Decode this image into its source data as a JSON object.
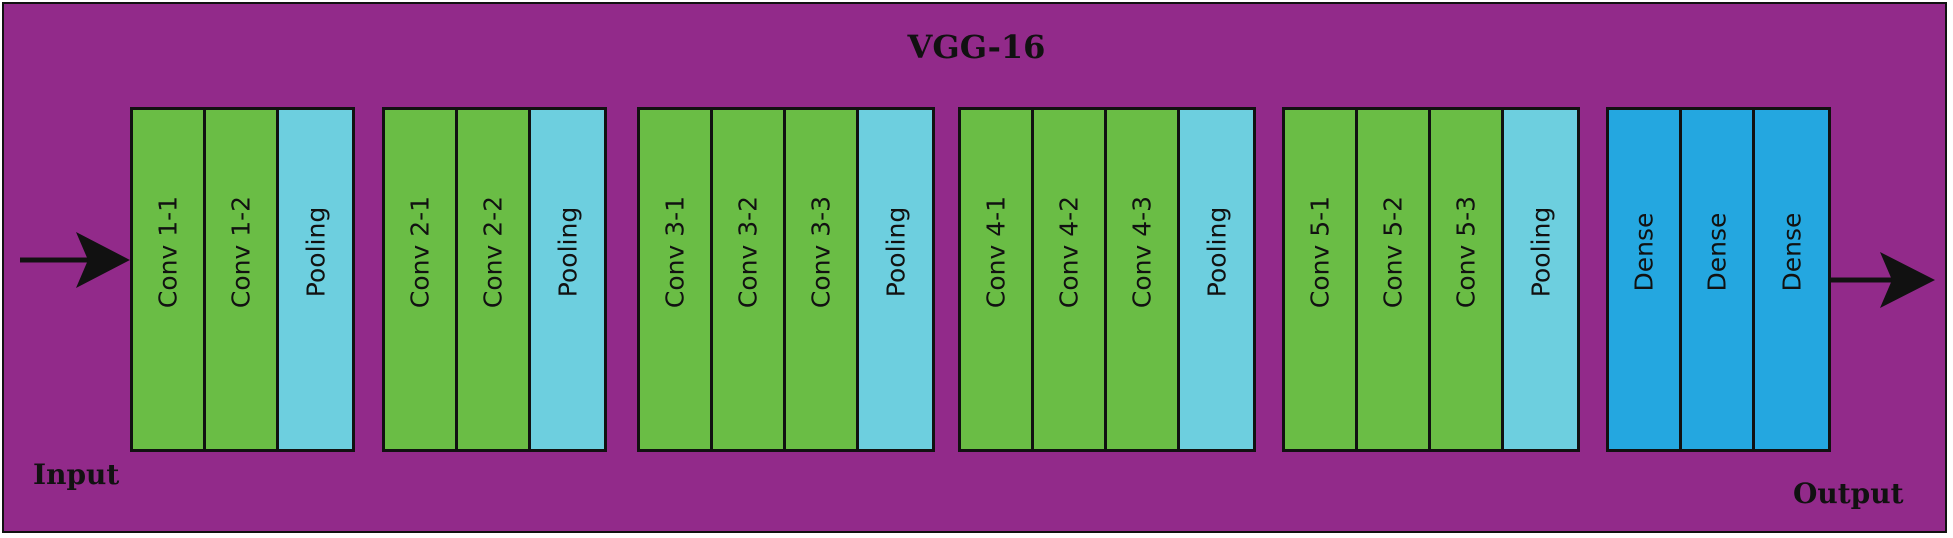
{
  "title": "VGG-16",
  "input_label": "Input",
  "output_label": "Output",
  "colors": {
    "background": "#922a8a",
    "conv": "#6abd45",
    "pooling": "#6dcfdf",
    "dense": "#24a7e0"
  },
  "groups": [
    {
      "layers": [
        {
          "label": "Conv 1-1",
          "kind": "conv"
        },
        {
          "label": "Conv 1-2",
          "kind": "conv"
        },
        {
          "label": "Pooling",
          "kind": "pool"
        }
      ]
    },
    {
      "layers": [
        {
          "label": "Conv 2-1",
          "kind": "conv"
        },
        {
          "label": "Conv 2-2",
          "kind": "conv"
        },
        {
          "label": "Pooling",
          "kind": "pool"
        }
      ]
    },
    {
      "layers": [
        {
          "label": "Conv 3-1",
          "kind": "conv"
        },
        {
          "label": "Conv 3-2",
          "kind": "conv"
        },
        {
          "label": "Conv 3-3",
          "kind": "conv"
        },
        {
          "label": "Pooling",
          "kind": "pool"
        }
      ]
    },
    {
      "layers": [
        {
          "label": "Conv 4-1",
          "kind": "conv"
        },
        {
          "label": "Conv 4-2",
          "kind": "conv"
        },
        {
          "label": "Conv 4-3",
          "kind": "conv"
        },
        {
          "label": "Pooling",
          "kind": "pool"
        }
      ]
    },
    {
      "layers": [
        {
          "label": "Conv 5-1",
          "kind": "conv"
        },
        {
          "label": "Conv 5-2",
          "kind": "conv"
        },
        {
          "label": "Conv 5-3",
          "kind": "conv"
        },
        {
          "label": "Pooling",
          "kind": "pool"
        }
      ]
    },
    {
      "layers": [
        {
          "label": "Dense",
          "kind": "dense"
        },
        {
          "label": "Dense",
          "kind": "dense"
        },
        {
          "label": "Dense",
          "kind": "dense"
        }
      ]
    }
  ]
}
